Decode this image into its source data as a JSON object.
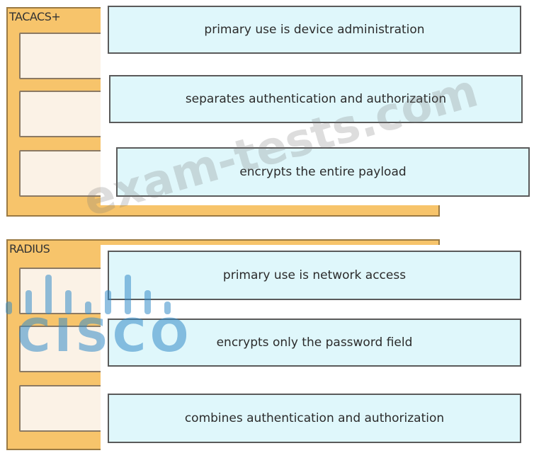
{
  "groups": {
    "tacacs": {
      "label": "TACACS+"
    },
    "radius": {
      "label": "RADIUS"
    }
  },
  "cards": [
    {
      "text": "primary use is device administration"
    },
    {
      "text": "separates authentication and authorization"
    },
    {
      "text": "encrypts the entire payload"
    },
    {
      "text": "primary use is network access"
    },
    {
      "text": "encrypts only the password field"
    },
    {
      "text": "combines authentication and authorization"
    }
  ],
  "watermark": "exam-tests.com",
  "logo": {
    "word": "CISCO",
    "icon": "cisco-bridge-logo"
  },
  "colors": {
    "group_fill": "#f7c46b",
    "slot_fill": "#fbf2e6",
    "card_fill": "#dff7fb",
    "logo_blue": "#348cc8"
  }
}
